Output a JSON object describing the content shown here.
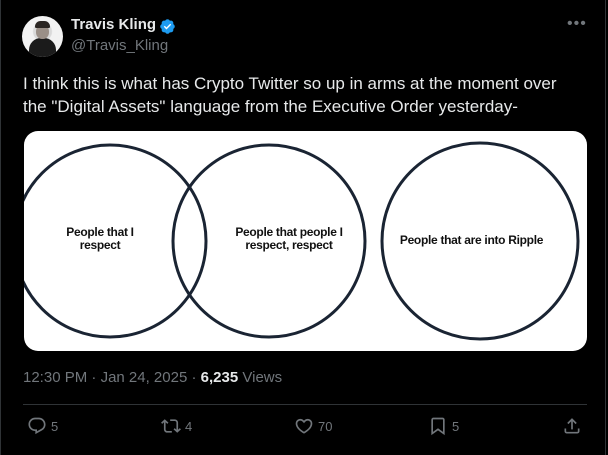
{
  "author": {
    "display_name": "Travis Kling",
    "handle": "@Travis_Kling",
    "verified": true
  },
  "tweet": {
    "text": "I think this is what has Crypto Twitter so up in arms at the moment over the \"Digital Assets\" language from the Executive Order yesterday-"
  },
  "media": {
    "venn_left_label": "People that I respect",
    "venn_overlap_right_label": "People that people I respect, respect",
    "venn_separate_label": "People that are into Ripple"
  },
  "meta": {
    "time": "12:30 PM",
    "separator": " · ",
    "date": "Jan 24, 2025",
    "views_count": "6,235",
    "views_label": "Views"
  },
  "actions": {
    "replies": "5",
    "retweets": "4",
    "likes": "70",
    "bookmarks": "5"
  },
  "colors": {
    "background": "#000000",
    "primary_text": "#e7e9ea",
    "secondary_text": "#71767b",
    "verified_blue": "#1d9bf0",
    "divider": "#2f3336"
  },
  "icons": [
    "verified-badge-icon",
    "more-icon",
    "reply-icon",
    "retweet-icon",
    "like-icon",
    "bookmark-icon",
    "share-icon"
  ]
}
